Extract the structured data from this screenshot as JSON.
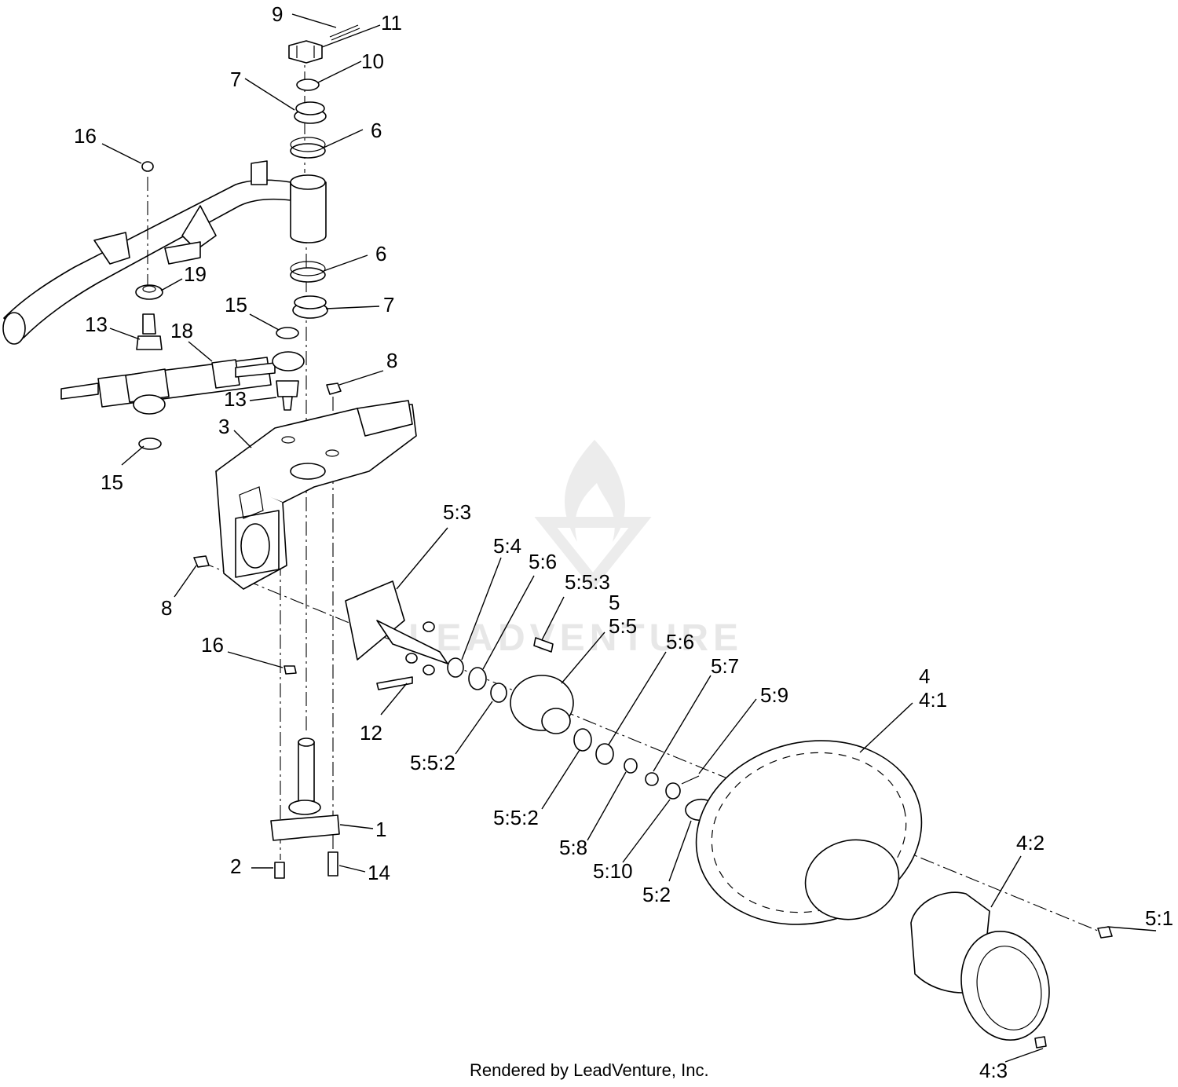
{
  "watermark": {
    "text": "LEADVENTURE",
    "color": "#e6e6e6"
  },
  "footer": {
    "text": "Rendered by LeadVenture, Inc."
  },
  "colors": {
    "line": "#000000",
    "background": "#ffffff"
  },
  "callouts": {
    "c9": "9",
    "c11": "11",
    "c10": "10",
    "c7_top": "7",
    "c6_top": "6",
    "c16_top": "16",
    "c6_mid": "6",
    "c19": "19",
    "c15_top": "15",
    "c7_mid": "7",
    "c13_left": "13",
    "c18": "18",
    "c8_top": "8",
    "c13_mid": "13",
    "c3": "3",
    "c15_bottom": "15",
    "c8_left": "8",
    "c16_mid": "16",
    "c12": "12",
    "c1": "1",
    "c2": "2",
    "c14": "14",
    "c5_3": "5:3",
    "c5_4": "5:4",
    "c5_6a": "5:6",
    "c5_5_3": "5:5:3",
    "c5": "5",
    "c5_5": "5:5",
    "c5_6b": "5:6",
    "c5_7": "5:7",
    "c5_9": "5:9",
    "c5_5_2a": "5:5:2",
    "c5_5_2b": "5:5:2",
    "c5_8": "5:8",
    "c5_10": "5:10",
    "c5_2": "5:2",
    "c4": "4",
    "c4_1": "4:1",
    "c4_2": "4:2",
    "c5_1": "5:1",
    "c4_3": "4:3"
  }
}
